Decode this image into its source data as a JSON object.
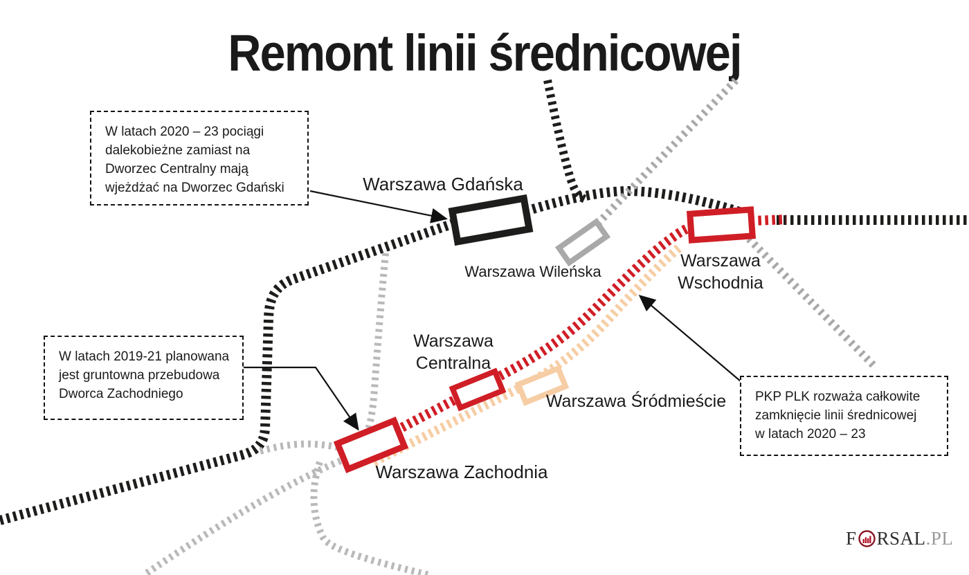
{
  "title": "Remont linii średnicowej",
  "annotations": {
    "gdanski_box": "W latach 2020 – 23 pociągi\ndalekobieżne zamiast na\nDworzec Centralny mają\nwjeżdżać na Dworzec Gdański",
    "zachodni_box": "W latach 2019-21 planowana\njest gruntowna przebudowa\nDworca Zachodniego",
    "zamkniecie_box": "PKP PLK rozważa całkowite\nzamknięcie linii średnicowej\nw latach 2020 – 23"
  },
  "stations": {
    "gdanska": "Warszawa Gdańska",
    "wilenska": "Warszawa Wileńska",
    "wschodnia": "Warszawa\nWschodnia",
    "centralna": "Warszawa\nCentralna",
    "srodmiescie": "Warszawa Śródmieście",
    "zachodnia": "Warszawa Zachodnia"
  },
  "colors": {
    "black": "#1d1d1b",
    "gray": "#a9a9a9",
    "lightgray": "#b9b9b9",
    "red": "#d01e26",
    "peach": "#f6cda4",
    "arrow": "#111111",
    "white": "#ffffff",
    "logo_dark_red": "#8c1626",
    "logo_bar_red": "#b11226"
  },
  "logo": {
    "f": "F",
    "rsal": "RSAL",
    "pl": ".PL"
  }
}
